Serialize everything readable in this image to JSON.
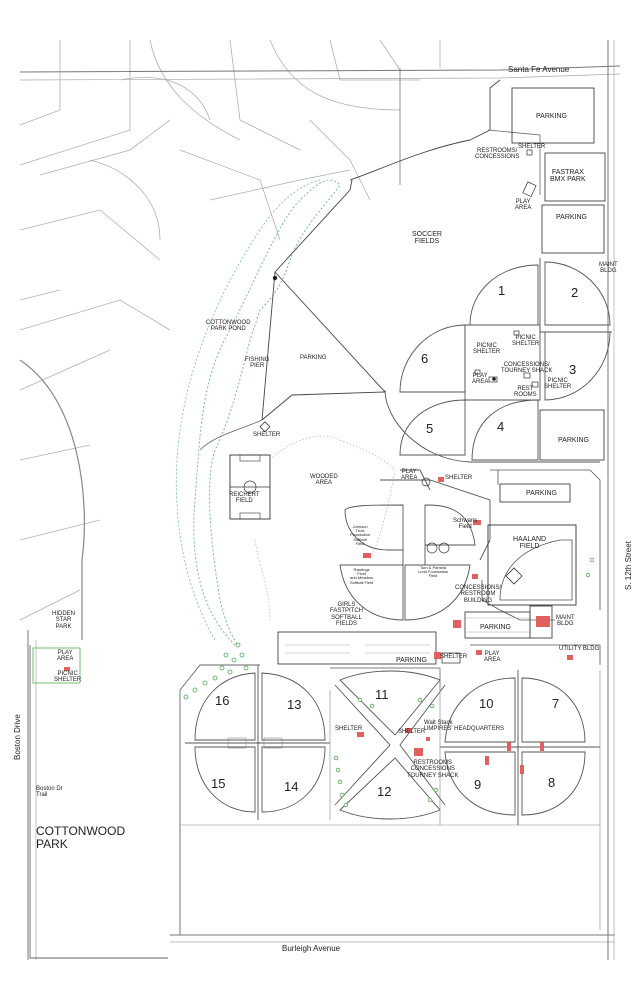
{
  "roads": {
    "north": "Santa Fe Avenue",
    "south": "Burleigh Avenue",
    "west": "Boston Drive",
    "east": "S. 12th Street",
    "trail": "Boston Dr\nTrail"
  },
  "park_name": "COTTONWOOD\nPARK",
  "facilities": {
    "parking_ne_top": "PARKING",
    "parking_ne_mid": "PARKING",
    "parking_ne_low": "PARKING",
    "parking_center": "PARKING",
    "parking_haaland": "PARKING",
    "parking_maint": "PARKING",
    "parking_south": "PARKING",
    "restrooms_north": "RESTROOMS/\nCONCESSIONS",
    "shelter_north": "SHELTER",
    "bmx": "FASTRAX\nBMX PARK",
    "play_north": "PLAY\nAREA",
    "soccer": "SOCCER\nFIELDS",
    "maint_bldg_ne": "MAINT\nBLDG",
    "picnic_shelter_a": "PICNIC\nSHELTER",
    "picnic_shelter_b": "PICNIC\nSHELTER",
    "picnic_shelter_c": "PICNIC\nSHELTER",
    "picnic_shelter_d": "PICNIC\nSHELTER",
    "concessions_ne": "CONCESSIONS/\nTOURNEY SHACK",
    "play_ne": "PLAY\nAREA",
    "rest_rooms": "REST\nROOMS",
    "pond": "COTTONWOOD\nPARK POND",
    "fishing_pier": "FISHING\nPIER",
    "shelter_pond": "SHELTER",
    "wooded": "WOODED\nAREA",
    "reichert": "REICHERT\nFIELD",
    "play_mid": "PLAY\nAREA",
    "shelter_mid": "SHELTER",
    "haaland": "HAALAND\nFIELD",
    "concessions_mid": "CONCESSIONS/\nRESTROOM\nBUILDING",
    "maint_bldg": "MAINT\nBLDG",
    "utility_bldg": "UTILITY BLDG",
    "girls_fastpitch": "GIRLS\nFASTPITCH\nSOFTBALL\nFIELDS",
    "schwan_field": "Schwans\nField",
    "field_note_1": "Johnson\nTrust\nFoundation\nSoftball\nField",
    "field_note_2": "Rawlings\nField\nand Meadow\nSoftball Field",
    "field_note_3": "Tom & Pamela\nLund Foundation\nField",
    "hidden_star": "HIDDEN\nSTAR\nPARK",
    "play_west": "PLAY\nAREA",
    "picnic_west": "PICNIC\nSHELTER",
    "shelter_south": "SHELTER",
    "play_south": "PLAY\nAREA",
    "shelter_s1": "SHELTER",
    "shelter_s2": "SHELTER",
    "walt_stack": "Walt Stack\nUMPIRES' HEADQUARTERS",
    "restrooms_south": "RESTROOMS\nCONCESSIONS\nTOURNEY SHACK"
  },
  "field_numbers": [
    "1",
    "2",
    "3",
    "4",
    "5",
    "6",
    "7",
    "8",
    "9",
    "10",
    "11",
    "12",
    "13",
    "14",
    "15",
    "16"
  ],
  "colors": {
    "line": "#8a8a8a",
    "dark": "#333333",
    "trees": "#4caf50",
    "building": "#e06060"
  }
}
